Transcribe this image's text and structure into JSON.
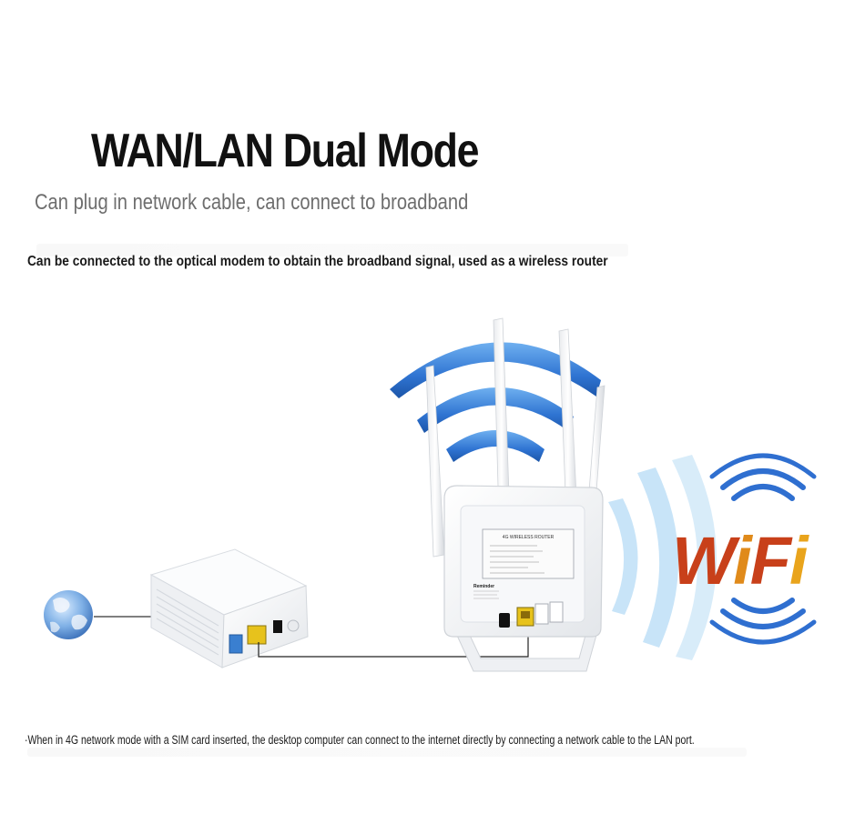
{
  "heading": {
    "title": "WAN/LAN Dual Mode",
    "subtitle": "Can plug in network cable, can connect to broadband"
  },
  "notes": {
    "optical_modem": "Can be connected to the optical modem to obtain the broadband signal, used as a wireless router",
    "lan_port": "·When in 4G network mode with a SIM card inserted, the desktop computer can connect to the internet directly by connecting a network cable to the LAN port."
  },
  "logo": {
    "text": "WiFi",
    "letter_colors": [
      "#c8401a",
      "#e08a1a",
      "#c8401a",
      "#e9a41c"
    ],
    "wave_color": "#2f6fd0"
  },
  "colors": {
    "signal_blue": "#3b7fd6",
    "signal_blue_light": "#a9d4f2",
    "cable": "#222222",
    "device_white": "#f4f5f6",
    "lan_port": "#e7c21c",
    "wan_port": "#3a7fd0"
  },
  "router_label": {
    "top_line": "4G WIRELESS ROUTER",
    "reminder": "Reminder"
  }
}
